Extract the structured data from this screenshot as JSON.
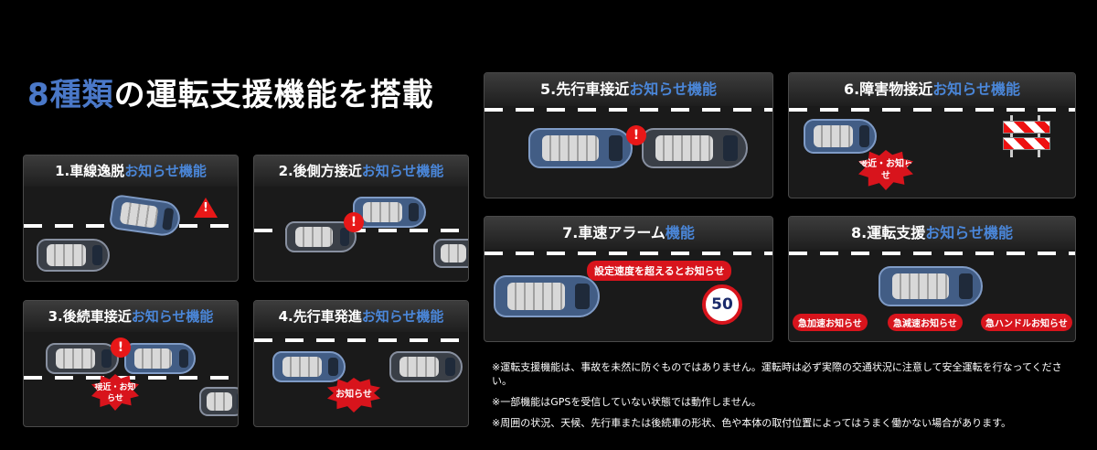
{
  "title": {
    "highlight": "8種類",
    "rest": "の運転支援機能を搭載"
  },
  "panels": {
    "p1": {
      "num": "1.",
      "text_a": "車線逸脱",
      "text_hl": "お知らせ機能",
      "text_b": ""
    },
    "p2": {
      "num": "2.",
      "text_a": "後側方接近",
      "text_hl": "お知らせ機能",
      "text_b": ""
    },
    "p3": {
      "num": "3.",
      "text_a": "後続車接近",
      "text_hl": "お知らせ機能",
      "text_b": ""
    },
    "p4": {
      "num": "4.",
      "text_a": "先行車発進",
      "text_hl": "お知らせ機能",
      "text_b": ""
    },
    "p5": {
      "num": "5.",
      "text_a": "先行車接近",
      "text_hl": "お知らせ機能",
      "text_b": ""
    },
    "p6": {
      "num": "6.",
      "text_a": "障害物接近",
      "text_hl": "お知らせ機能",
      "text_b": ""
    },
    "p7": {
      "num": "7.",
      "text_a": "車速アラーム",
      "text_hl": "機能",
      "text_b": ""
    },
    "p8": {
      "num": "8.",
      "text_a": "運転支援",
      "text_hl": "お知らせ機能",
      "text_b": ""
    }
  },
  "callouts": {
    "approach": "接近・お知らせ",
    "notice": "お知らせ",
    "speed_over": "設定速度を超えるとお知らせ",
    "speed_limit": "50",
    "sudden_accel": "急加速お知らせ",
    "sudden_decel": "急減速お知らせ",
    "sudden_steer": "急ハンドルお知らせ",
    "warning_symbol": "!"
  },
  "notes": [
    "※運転支援機能は、事故を未然に防ぐものではありません。運転時は必ず実際の交通状況に注意して安全運転を行なってください。",
    "※一部機能はGPSを受信していない状態では動作しません。",
    "※周囲の状況、天候、先行車または後続車の形状、色や本体の取付位置によってはうまく働かない場合があります。"
  ],
  "colors": {
    "accent_blue": "#4a86d8",
    "alert_red": "#d8141c",
    "background": "#000000"
  }
}
